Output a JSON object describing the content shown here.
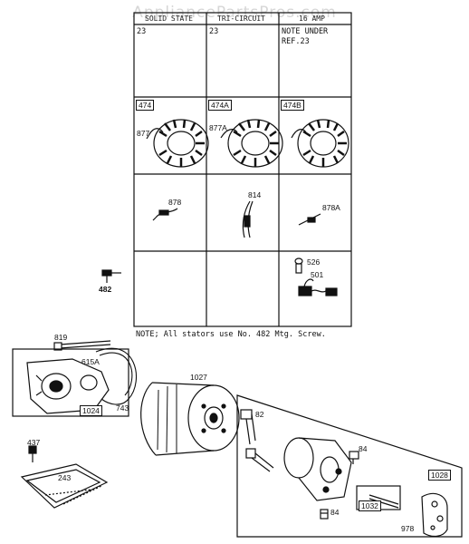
{
  "watermark": "AppliancePartsPros.com",
  "table": {
    "headers": [
      "SOLID STATE",
      "TRI-CIRCUIT",
      "16 AMP"
    ],
    "row1": [
      "23",
      "23",
      "NOTE UNDER"
    ],
    "row1_cont": "REF.23"
  },
  "labels": {
    "p474": "474",
    "p474a": "474A",
    "p474b": "474B",
    "p877": "877",
    "p877a": "877A",
    "p878": "878",
    "p814": "814",
    "p878a": "878A",
    "p526": "526",
    "p501": "501",
    "p482": "482",
    "p819": "819",
    "p615a": "615A",
    "p1024": "1024",
    "p743": "743",
    "p1027": "1027",
    "p82": "82",
    "p84a": "84",
    "p84b": "84",
    "p437": "437",
    "p243": "243",
    "p1028": "1028",
    "p1032": "1032",
    "p978": "978"
  },
  "note": "NOTE; All stators use No. 482 Mtg. Screw."
}
